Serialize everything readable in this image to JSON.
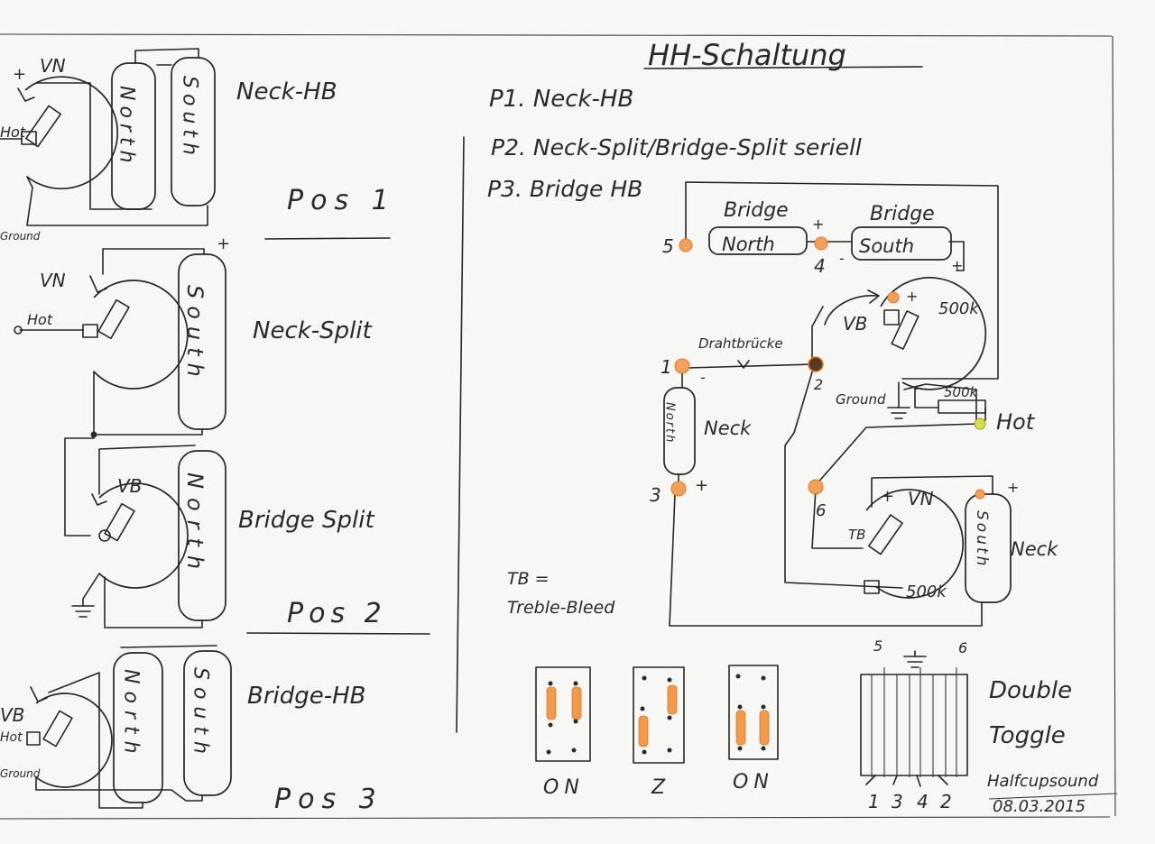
{
  "header": {
    "title": "HH-Schaltung",
    "p1": "P1. Neck-HB",
    "p2": "P2. Neck-Split/Bridge-Split seriell",
    "p3": "P3. Bridge HB"
  },
  "left": {
    "pos1": {
      "pot": "VN",
      "hot": "Hot",
      "ground": "Ground",
      "coil_a": "North",
      "coil_b": "South",
      "label": "Neck-HB",
      "pos": "Pos 1"
    },
    "neck_split": {
      "pot": "VN",
      "hot": "Hot",
      "coil": "South",
      "label": "Neck-Split"
    },
    "bridge_split": {
      "pot": "VB",
      "coil": "North",
      "label": "Bridge Split",
      "pos": "Pos 2"
    },
    "pos3": {
      "pot": "VB",
      "hot": "Hot",
      "ground": "Ground",
      "coil_a": "North",
      "coil_b": "South",
      "label": "Bridge-HB",
      "pos": "Pos 3"
    },
    "plus": "+",
    "minus": "-"
  },
  "right": {
    "bridge_north": {
      "title": "Bridge",
      "coil": "North"
    },
    "bridge_south": {
      "title": "Bridge",
      "coil": "South"
    },
    "vb": "VB",
    "vb_value": "500k",
    "wire_bridge": "Drahtbrücke",
    "ground": "Ground",
    "resistor": "500k",
    "hot": "Hot",
    "neck_north": {
      "coil": "North",
      "label": "Neck"
    },
    "neck_south": {
      "coil": "South",
      "label": "Neck"
    },
    "vn": "VN",
    "tb": "TB",
    "vn_value": "500k",
    "nodes": [
      "1",
      "2",
      "3",
      "4",
      "5",
      "6"
    ],
    "plus": "+",
    "minus": "-",
    "tb_legend": {
      "line1": "TB =",
      "line2": "Treble-Bleed"
    }
  },
  "switch_positions": [
    "ON",
    "Z",
    "ON"
  ],
  "double_toggle": {
    "label1": "Double",
    "label2": "Toggle",
    "top_labels": [
      "5",
      "6"
    ],
    "bottom_labels": [
      "1",
      "3",
      "4",
      "2"
    ]
  },
  "signature": {
    "name": "Halfcupsound",
    "date": "08.03.2015"
  }
}
